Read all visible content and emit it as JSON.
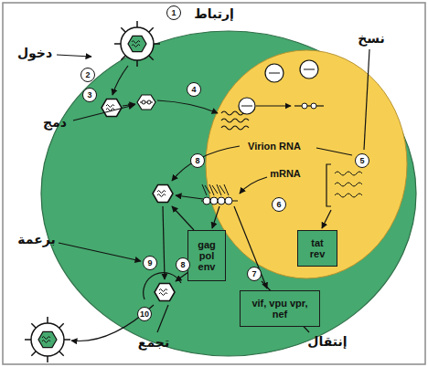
{
  "diagram": {
    "nodes": [
      {
        "text": [
          "gag pol env"
        ]
      },
      {
        "text": [
          "tat rev"
        ]
      },
      {
        "text": [
          "vif, vpu vpr, nef"
        ]
      }
    ],
    "labels": [
      "1",
      "إرتباط",
      "دخول",
      "2",
      "3",
      "دمج",
      "4",
      "نسخ",
      "5",
      "Virion RNA",
      "mRNA",
      "6",
      "8",
      "7",
      "برعمة",
      "9",
      "8",
      "10",
      "تجمع",
      "إنتقال"
    ]
  }
}
